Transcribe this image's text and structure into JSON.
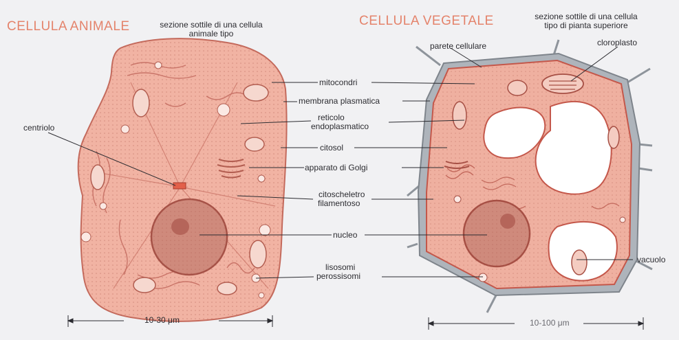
{
  "animal": {
    "title": "CELLULA ANIMALE",
    "subtitle_line1": "sezione sottile di una cellula",
    "subtitle_line2": "animale tipo",
    "scale": "10-30 μm"
  },
  "plant": {
    "title": "CELLULA VEGETALE",
    "subtitle_line1": "sezione sottile di una cellula",
    "subtitle_line2": "tipo di pianta superiore",
    "scale": "10-100 μm"
  },
  "labels": {
    "mitocondri": "mitocondri",
    "membrana": "membrana plasmatica",
    "reticolo_1": "reticolo",
    "reticolo_2": "endoplasmatico",
    "citosol": "citosol",
    "golgi": "apparato di Golgi",
    "citoscheletro_1": "citoscheletro",
    "citoscheletro_2": "filamentoso",
    "nucleo": "nucleo",
    "lisosomi_1": "lisosomi",
    "lisosomi_2": "perossisomi",
    "centriolo": "centriolo",
    "parete": "parete cellulare",
    "cloroplasto": "cloroplasto",
    "vacuolo": "vacuolo"
  },
  "colors": {
    "cytoplasm": "#f1b3a3",
    "title": "#e4836b",
    "wall": "#a9aeb5",
    "nucleus": "#cf8a7c"
  }
}
